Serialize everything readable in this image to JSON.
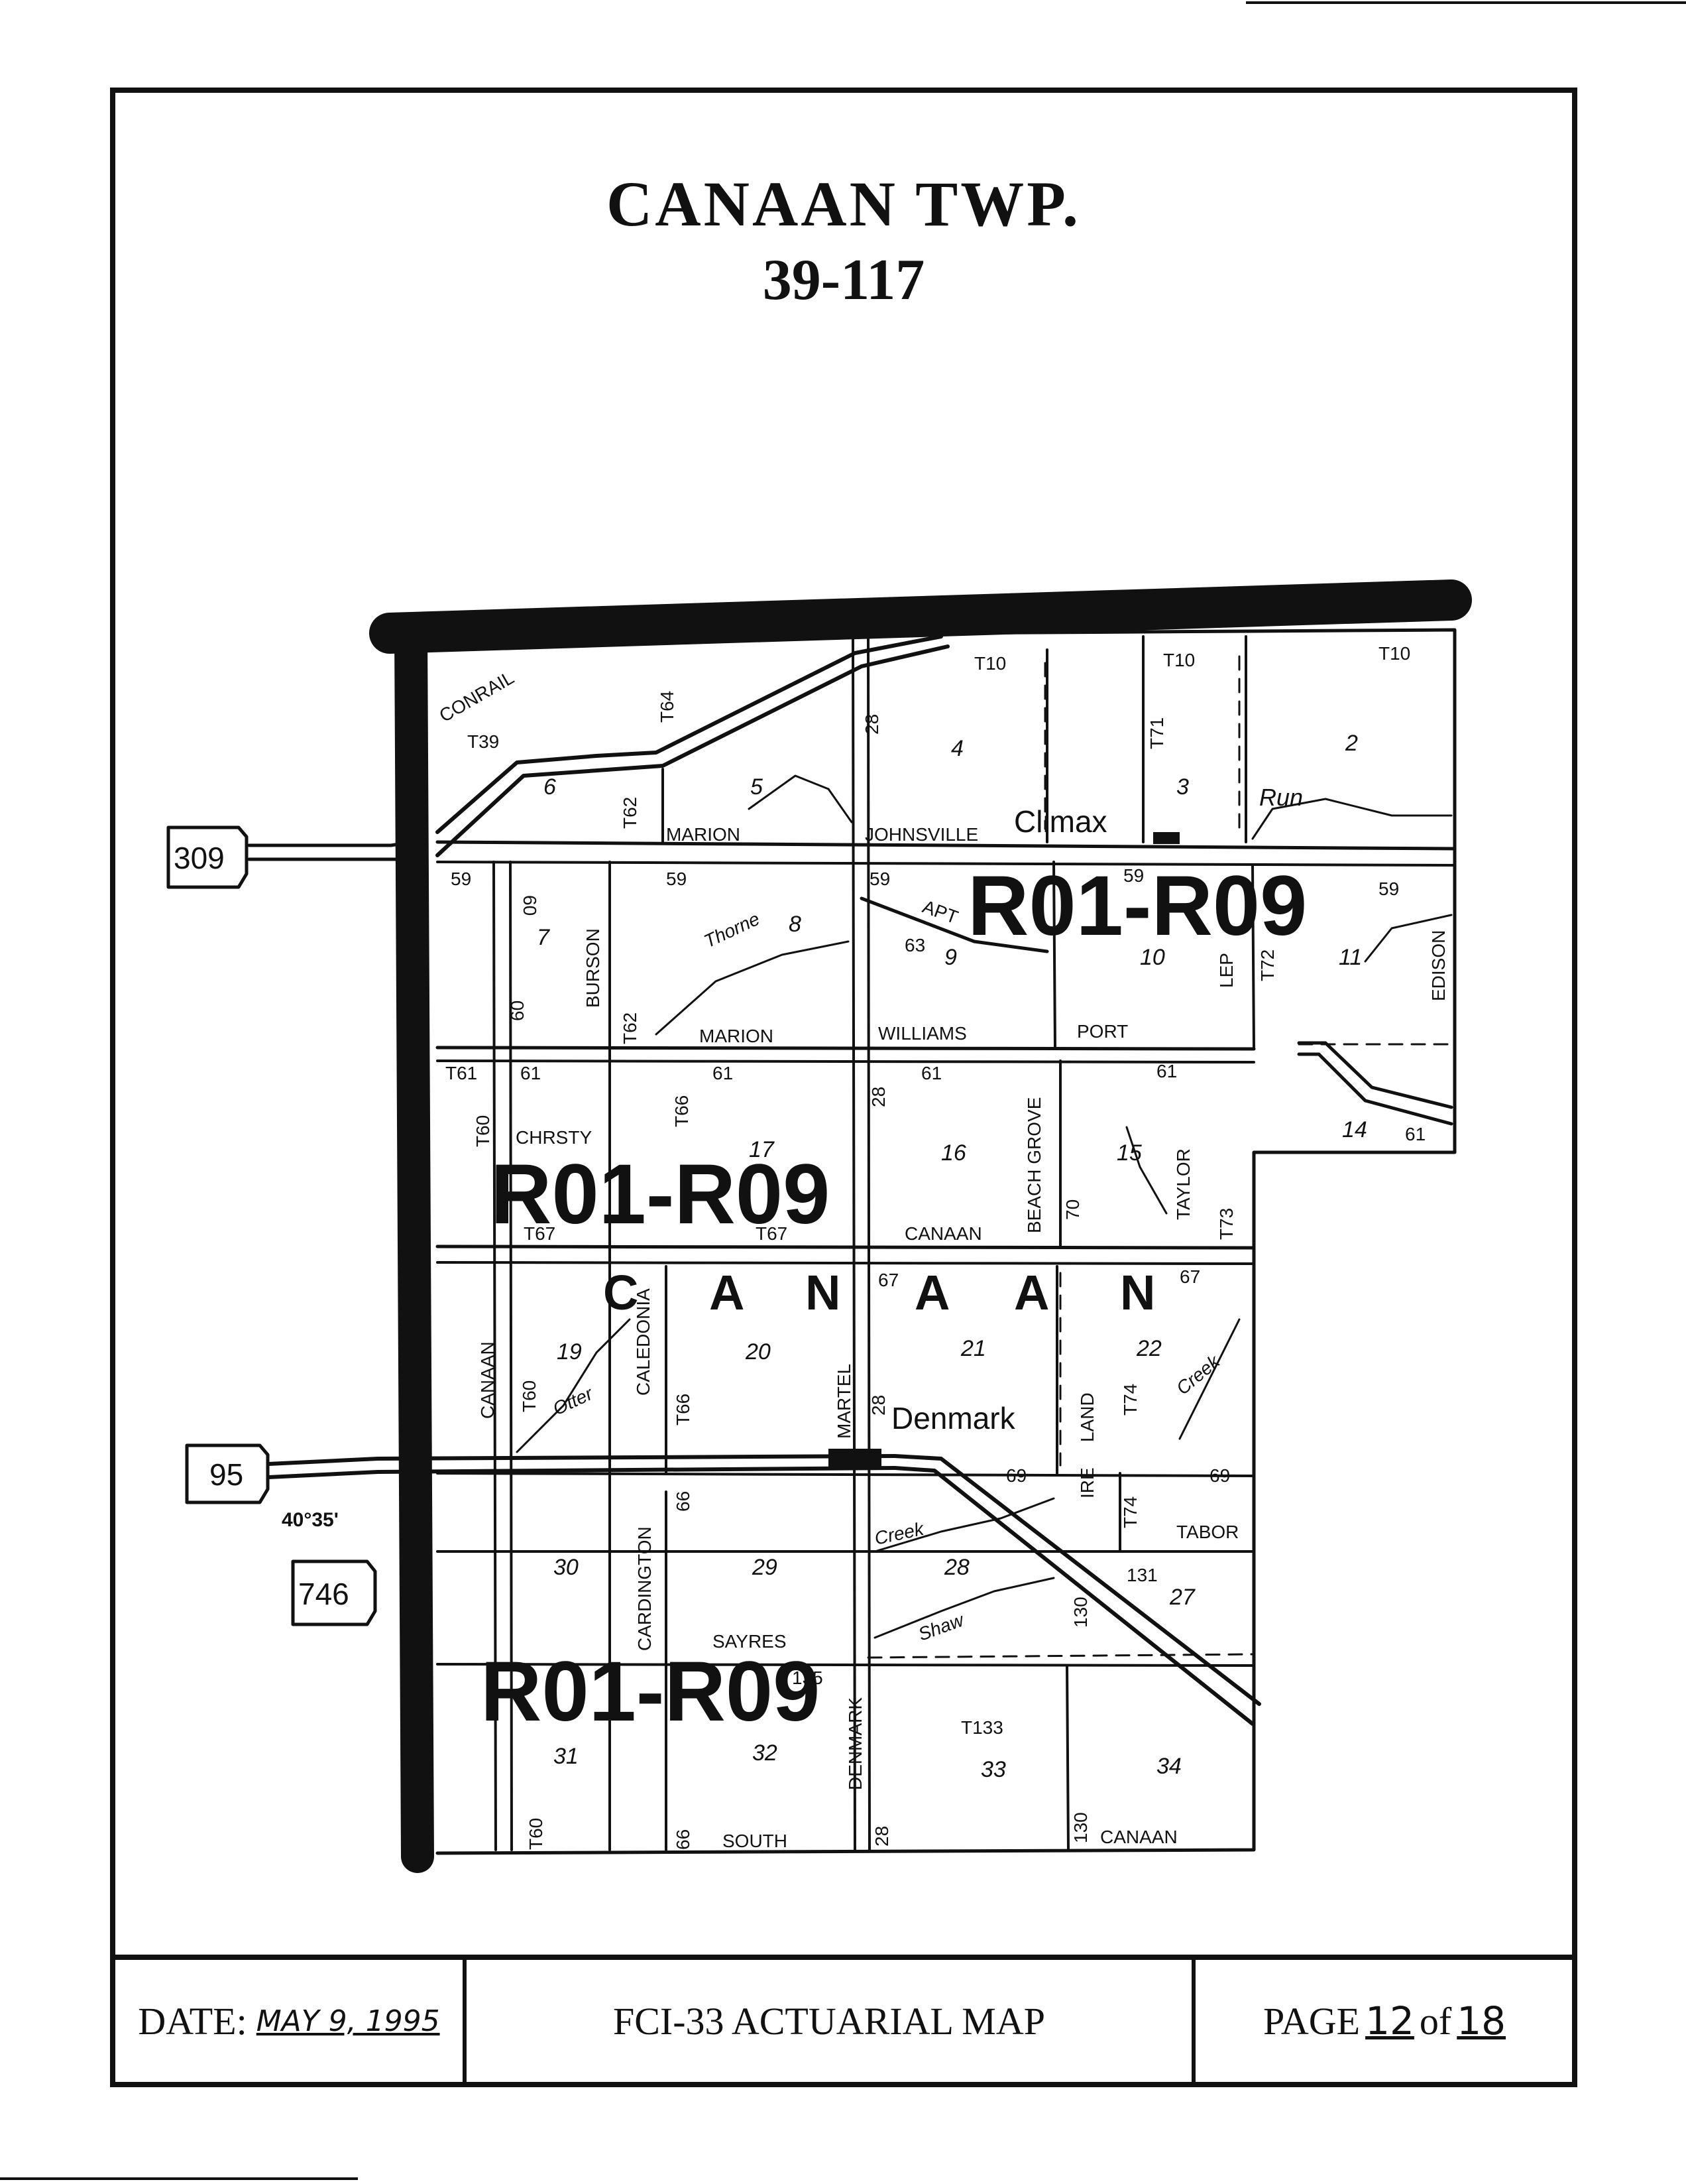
{
  "header": {
    "title": "CANAAN TWP.",
    "subtitle": "39-117"
  },
  "map": {
    "township_name_letters": [
      "C",
      "A",
      "N",
      "A",
      "A",
      "N"
    ],
    "zone_labels": [
      "R01-R09",
      "R01-R09",
      "R01-R09"
    ],
    "section_numbers": [
      "2",
      "3",
      "4",
      "5",
      "6",
      "7",
      "8",
      "9",
      "10",
      "11",
      "14",
      "15",
      "16",
      "17",
      "19",
      "20",
      "21",
      "22",
      "27",
      "28",
      "29",
      "30",
      "31",
      "32",
      "33",
      "34"
    ],
    "road_labels": {
      "conrail": "CONRAIL",
      "t39": "T39",
      "t64": "T64",
      "t10a": "T10",
      "t10b": "T10",
      "t10c": "T10",
      "r28a": "28",
      "t71": "T71",
      "t62a": "T62",
      "marion1": "MARION",
      "johnsville": "JOHNSVILLE",
      "r59a": "59",
      "r59b": "59",
      "r59c": "59",
      "r59d": "59",
      "r59e": "59",
      "r60a": "60",
      "r60b": "60",
      "burson": "BURSON",
      "thorne": "Thorne",
      "apt": "APT",
      "r63": "63",
      "t62b": "T62",
      "marion2": "MARION",
      "williams": "WILLIAMS",
      "port": "PORT",
      "lep": "LEP",
      "t72": "T72",
      "edison": "EDISON",
      "t61": "T61",
      "r61a": "61",
      "r61b": "61",
      "r61c": "61",
      "r61d": "61",
      "r61e": "61",
      "t60a": "T60",
      "chrsty": "CHRSTY",
      "t66a": "T66",
      "r28b": "28",
      "beach_grove": "BEACH GROVE",
      "taylor": "TAYLOR",
      "r70": "70",
      "t73": "T73",
      "t67a": "T67",
      "t67b": "T67",
      "canaan1": "CANAAN",
      "r67a": "67",
      "r67b": "67",
      "canaan2": "CANAAN",
      "t60b": "T60",
      "otter": "Otter",
      "caledonia": "CALEDONIA",
      "t66b": "T66",
      "martel": "MARTEL",
      "r28c": "28",
      "land": "LAND",
      "t74a": "T74",
      "creek1": "Creek",
      "r69a": "69",
      "ire": "IRE",
      "t74b": "T74",
      "r69b": "69",
      "tabor": "TABOR",
      "cardington": "CARDINGTON",
      "r66a": "66",
      "creek2": "Creek",
      "shaw": "Shaw",
      "r131": "131",
      "r130a": "130",
      "sayres": "SAYRES",
      "denmark_rd": "DENMARK",
      "r135": "135",
      "t133": "T133",
      "t60c": "T60",
      "r66b": "66",
      "south": "SOUTH",
      "r28d": "28",
      "r130b": "130",
      "canaan3": "CANAAN"
    },
    "places": {
      "climax": "Climax",
      "denmark": "Denmark",
      "run": "Run"
    },
    "route_shields": [
      "309",
      "95",
      "746"
    ],
    "latitude": "40°35'"
  },
  "footer": {
    "date_label": "DATE:",
    "date_value": "MAY 9, 1995",
    "map_name": "FCI-33 ACTUARIAL MAP",
    "page_label": "PAGE",
    "page_number": "12",
    "page_of": "of",
    "page_total": "18"
  },
  "colors": {
    "ink": "#111111",
    "paper": "#ffffff"
  }
}
